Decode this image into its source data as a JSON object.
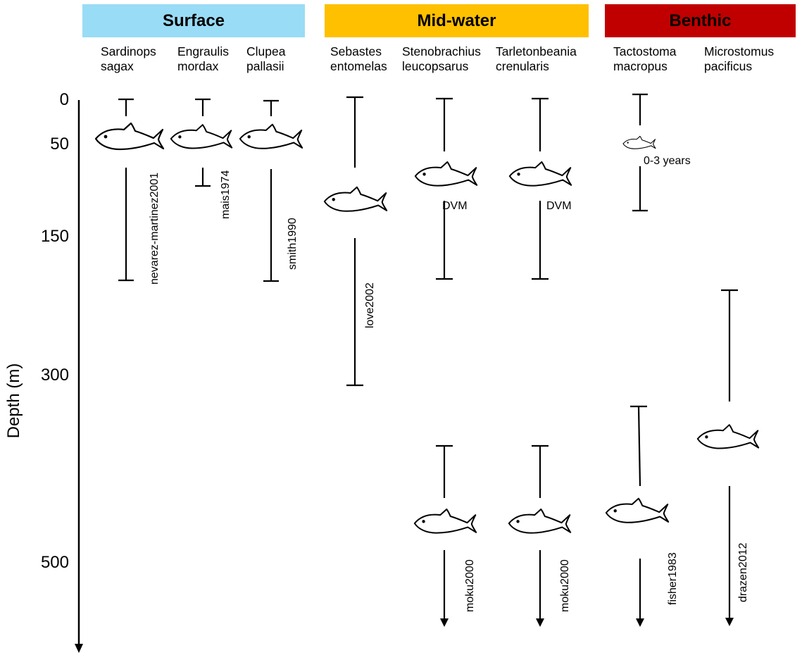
{
  "zones": {
    "surface": {
      "label": "Surface",
      "color": "#99dcf6"
    },
    "mid": {
      "label": "Mid-water",
      "color": "#ffc000"
    },
    "benthic": {
      "label": "Benthic",
      "color": "#c00000"
    }
  },
  "species": [
    {
      "name": "Sardinops\nsagax"
    },
    {
      "name": "Engraulis\nmordax"
    },
    {
      "name": "Clupea\npallasii"
    },
    {
      "name": "Sebastes\nentomelas"
    },
    {
      "name": "Stenobrachius\nleucopsarus"
    },
    {
      "name": "Tarletonbeania\ncrenularis"
    },
    {
      "name": "Tactostoma\nmacropus"
    },
    {
      "name": "Microstomus\npacificus"
    }
  ],
  "axis": {
    "title": "Depth (m)",
    "ticks": [
      "0",
      "50",
      "150",
      "300",
      "500"
    ]
  },
  "labels": {
    "nevarez": "nevarez-martinez2001",
    "mais": "mais1974",
    "smith": "smith1990",
    "love": "love2002",
    "dvm1": "DVM",
    "dvm2": "DVM",
    "juvenile": "0-3 years",
    "moku1": "moku2000",
    "moku2": "moku2000",
    "fisher": "fisher1983",
    "drazen": "drazen2012"
  }
}
